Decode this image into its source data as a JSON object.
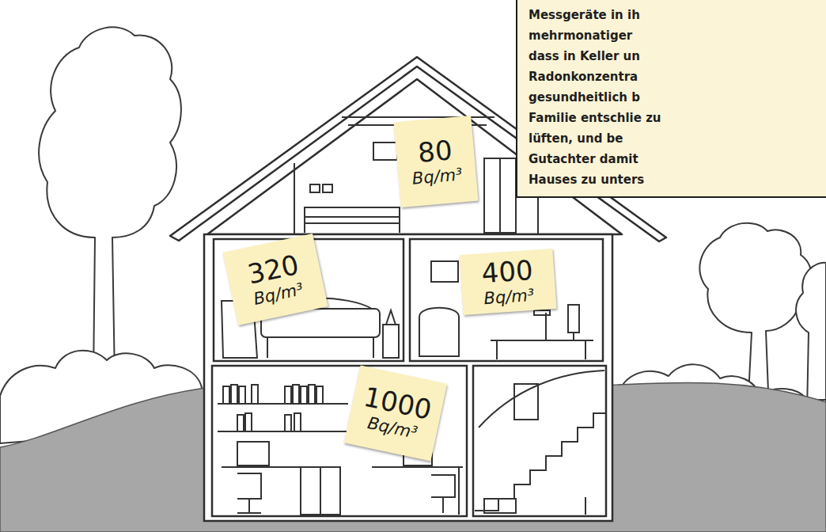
{
  "diagram": {
    "nodes": [
      {
        "text": [
          "Messgeräte in ih mehrmonatiger dass in Keller un Radonkonzentra gesundheitlich b Familie entschlie zu lüften, und be Gutachter damit Hauses zu unters"
        ]
      },
      {
        "text": [
          "80",
          "Bq/m³"
        ]
      },
      {
        "text": [
          "320",
          "Bq/m³"
        ]
      },
      {
        "text": [
          "400",
          "Bq/m³"
        ]
      },
      {
        "text": [
          "1000",
          "Bq/m³"
        ]
      }
    ]
  }
}
